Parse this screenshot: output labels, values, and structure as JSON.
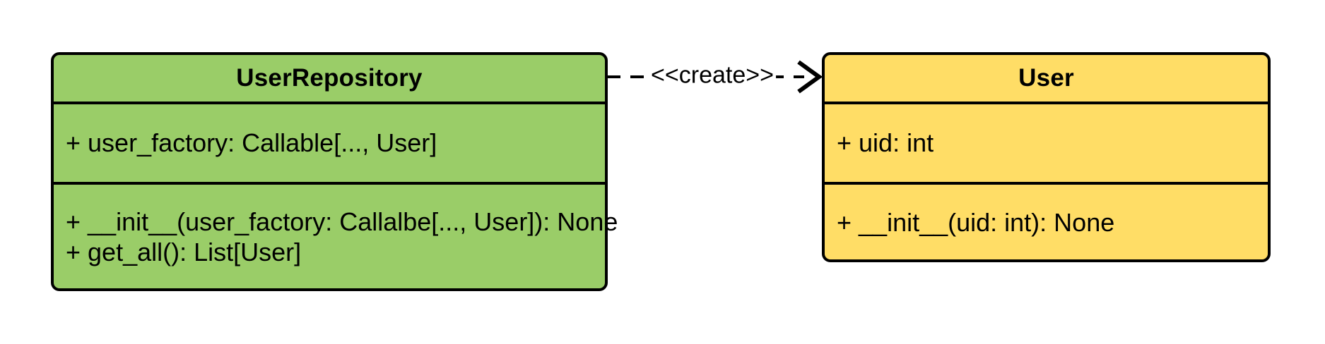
{
  "canvas": {
    "background": "#FFFFFF",
    "stroke_color": "#000000",
    "text_color": "#000000"
  },
  "classes": [
    {
      "name": "UserRepository",
      "fill": "#9ACD68",
      "attributes": [
        "+ user_factory: Callable[..., User]"
      ],
      "methods": [
        "+ __init__(user_factory: Callalbe[..., User]): None",
        "+ get_all(): List[User]"
      ]
    },
    {
      "name": "User",
      "fill": "#FFDD66",
      "attributes": [
        "+ uid: int"
      ],
      "methods": [
        "+ __init__(uid: int): None"
      ]
    }
  ],
  "connector": {
    "label": "<<create>>",
    "line_style": "dashed",
    "arrowhead": "open",
    "direction": "UserRepository-to-User"
  }
}
